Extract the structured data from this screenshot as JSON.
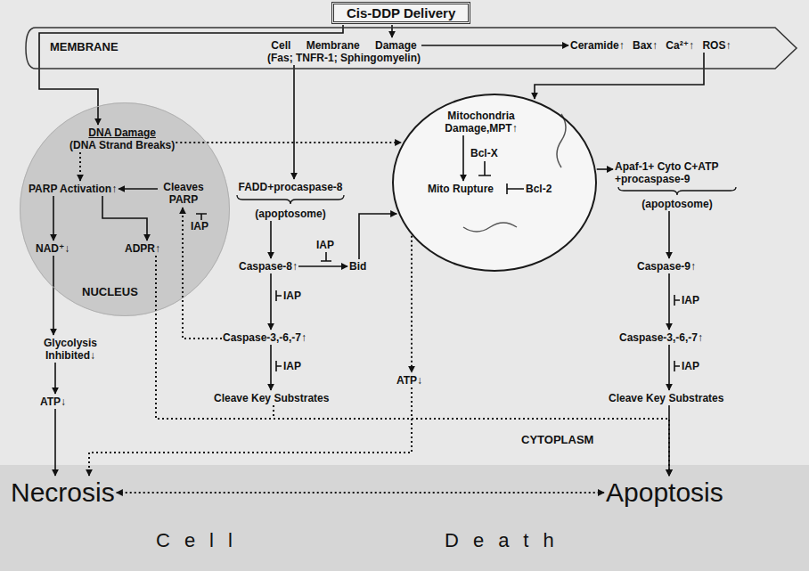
{
  "diagram": {
    "nodes": [
      {
        "text": [
          "Cis-DDP Delivery"
        ]
      },
      {
        "text": [
          "MEMBRANE"
        ]
      },
      {
        "text": [
          "Cell Membrane Damage",
          "(Fas; TNFR-1; Sphingomyelin)"
        ],
        "in": 1
      },
      {
        "text": [
          "Ceramide↑ Bax↑ Ca²⁺↑ ROS↑"
        ],
        "in": 1
      },
      {
        "text": [
          "NUCLEUS"
        ]
      },
      {
        "text": [
          "DNA Damage",
          "(DNA Strand Breaks)"
        ],
        "in": 4
      },
      {
        "text": [
          "PARP Activation↑"
        ],
        "in": 4
      },
      {
        "text": [
          "Cleaves PARP"
        ],
        "in": 4
      },
      {
        "text": [
          "IAP"
        ],
        "in": 4
      },
      {
        "text": [
          "NAD⁺↓"
        ],
        "in": 4
      },
      {
        "text": [
          "ADPR↑"
        ],
        "in": 4
      },
      {
        "text": [
          "Glycolysis Inhibited↓"
        ]
      },
      {
        "text": [
          "ATP↓"
        ]
      },
      {
        "text": [
          "FADD+procaspase-8",
          "(apoptosome)"
        ]
      },
      {
        "text": [
          "IAP"
        ]
      },
      {
        "text": [
          "Caspase-8↑"
        ]
      },
      {
        "text": [
          "Bid"
        ]
      },
      {
        "text": [
          "IAP"
        ]
      },
      {
        "text": [
          "Caspase-3,-6,-7↑"
        ]
      },
      {
        "text": [
          "IAP"
        ]
      },
      {
        "text": [
          "Cleave Key Substrates"
        ]
      },
      {
        "text": [
          "Mitochondria Damage,MPT↑"
        ]
      },
      {
        "text": [
          "Bcl-X"
        ],
        "in": 21
      },
      {
        "text": [
          "Mito Rupture"
        ],
        "in": 21
      },
      {
        "text": [
          "Bcl-2"
        ],
        "in": 21
      },
      {
        "text": [
          "Apaf-1+ Cyto C+ATP +procaspase-9",
          "(apoptosome)"
        ]
      },
      {
        "text": [
          "Caspase-9↑"
        ]
      },
      {
        "text": [
          "IAP"
        ]
      },
      {
        "text": [
          "Caspase-3,-6,-7↑"
        ]
      },
      {
        "text": [
          "IAP"
        ]
      },
      {
        "text": [
          "Cleave Key Substrates"
        ]
      },
      {
        "text": [
          "ATP↓"
        ]
      },
      {
        "text": [
          "Necrosis"
        ]
      },
      {
        "text": [
          "Apoptosis"
        ]
      }
    ],
    "edges": [
      {
        "from": 0,
        "to": 2,
        "arrow": "to"
      },
      {
        "from": 0,
        "to": 5,
        "arrow": "to"
      },
      {
        "from": 2,
        "to": 13,
        "arrow": "to"
      },
      {
        "from": 2,
        "to": 3,
        "arrow": "to"
      },
      {
        "from": 3,
        "to": 21,
        "arrow": "to"
      },
      {
        "from": 5,
        "to": 6,
        "arrow": "to"
      },
      {
        "from": 5,
        "to": 21,
        "arrow": "to"
      },
      {
        "from": 7,
        "to": 6,
        "arrow": "to"
      },
      {
        "from": 18,
        "to": 7,
        "arrow": "to"
      },
      {
        "from": 6,
        "to": 9,
        "arrow": "to"
      },
      {
        "from": 6,
        "to": 10,
        "arrow": "to"
      },
      {
        "from": 9,
        "to": 11,
        "arrow": "to"
      },
      {
        "from": 11,
        "to": 12,
        "arrow": "to"
      },
      {
        "from": 12,
        "to": 32,
        "arrow": "to"
      },
      {
        "from": 13,
        "to": 15,
        "arrow": "to"
      },
      {
        "from": 15,
        "to": 16,
        "arrow": "to"
      },
      {
        "from": 16,
        "to": 21,
        "arrow": "to"
      },
      {
        "from": 15,
        "to": 18,
        "arrow": "to"
      },
      {
        "from": 18,
        "to": 20,
        "arrow": "to"
      },
      {
        "from": 21,
        "to": 23,
        "arrow": "to"
      },
      {
        "from": 21,
        "to": 25,
        "arrow": "to"
      },
      {
        "from": 25,
        "to": 26,
        "arrow": "to"
      },
      {
        "from": 26,
        "to": 28,
        "arrow": "to"
      },
      {
        "from": 28,
        "to": 30,
        "arrow": "to"
      },
      {
        "from": 30,
        "to": 33,
        "arrow": "to"
      },
      {
        "from": 21,
        "to": 31,
        "arrow": "to"
      },
      {
        "from": 31,
        "to": 32,
        "arrow": "to"
      },
      {
        "from": 20,
        "to": 33,
        "arrow": "to"
      },
      {
        "from": 10,
        "to": 33,
        "arrow": "to"
      },
      {
        "from": 32,
        "to": 33,
        "arrow": "both"
      }
    ],
    "labels": [
      "CYTOPLASM",
      "Cell Death"
    ]
  }
}
